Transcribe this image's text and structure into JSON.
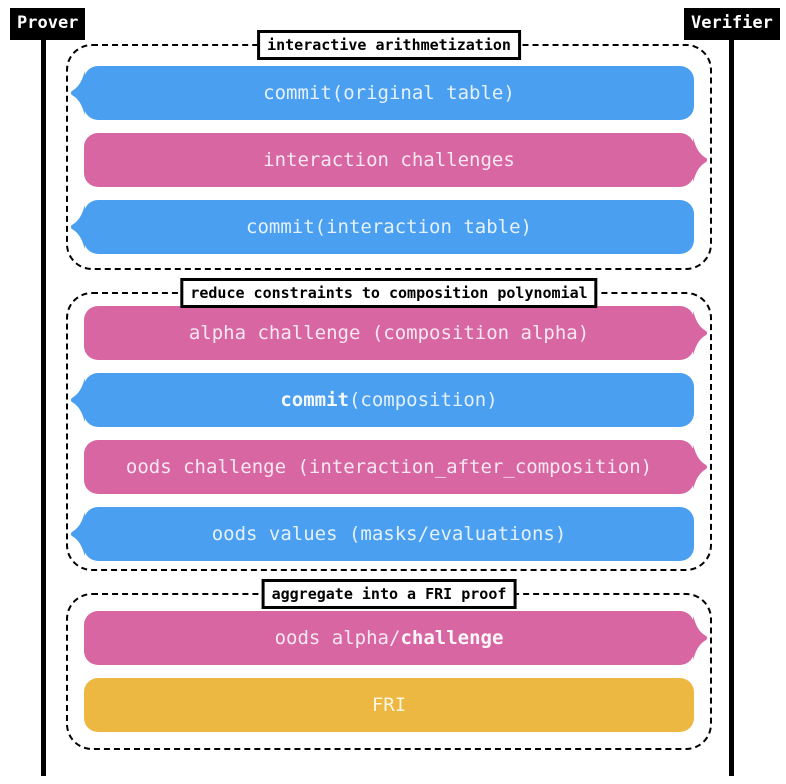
{
  "actors": {
    "prover": "Prover",
    "verifier": "Verifier"
  },
  "colors": {
    "blue": "#4a9ff0",
    "pink": "#d766a2",
    "yellow": "#ecb841",
    "lifeline": "#000000",
    "bubble_text": "rgba(255,255,255,0.85)"
  },
  "sections": [
    {
      "title": "interactive arithmetization",
      "messages": [
        {
          "color": "blue",
          "tail": "left",
          "parts": [
            {
              "text": "commit(original table)",
              "bold": false
            }
          ]
        },
        {
          "color": "pink",
          "tail": "right",
          "parts": [
            {
              "text": "interaction challenges",
              "bold": false
            }
          ]
        },
        {
          "color": "blue",
          "tail": "left",
          "parts": [
            {
              "text": "commit(interaction table)",
              "bold": false
            }
          ]
        }
      ]
    },
    {
      "title": "reduce constraints to composition polynomial",
      "messages": [
        {
          "color": "pink",
          "tail": "right",
          "parts": [
            {
              "text": "alpha challenge (composition alpha)",
              "bold": false
            }
          ]
        },
        {
          "color": "blue",
          "tail": "left",
          "parts": [
            {
              "text": "commit",
              "bold": true
            },
            {
              "text": "(composition)",
              "bold": false
            }
          ]
        },
        {
          "color": "pink",
          "tail": "right",
          "parts": [
            {
              "text": "oods challenge (interaction_after_composition)",
              "bold": false
            }
          ]
        },
        {
          "color": "blue",
          "tail": "left",
          "parts": [
            {
              "text": "oods values (masks/evaluations)",
              "bold": false
            }
          ]
        }
      ]
    },
    {
      "title": "aggregate into a FRI proof",
      "messages": [
        {
          "color": "pink",
          "tail": "right",
          "parts": [
            {
              "text": "oods alpha/",
              "bold": false
            },
            {
              "text": "challenge",
              "bold": true
            }
          ]
        },
        {
          "color": "yellow",
          "tail": "none",
          "parts": [
            {
              "text": "FRI",
              "bold": false
            }
          ]
        }
      ]
    }
  ]
}
